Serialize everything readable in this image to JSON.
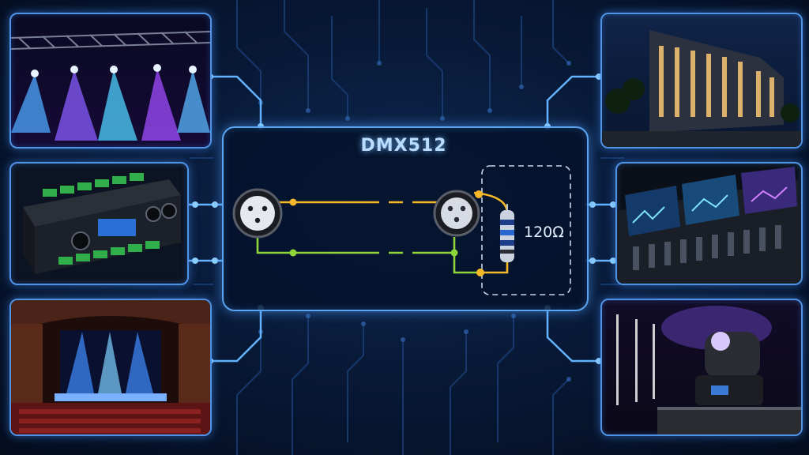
{
  "diagram": {
    "title": "DMX512",
    "terminator_label": "120Ω"
  },
  "colors": {
    "background": "#081a38",
    "panel_border": "#4f93e6",
    "trace": "#5aa4f2",
    "wire_yellow": "#f5b82a",
    "wire_green": "#8fd63a"
  },
  "panels": [
    {
      "name": "concert-stage-lights"
    },
    {
      "name": "dmx-decoder-device"
    },
    {
      "name": "theater-stage"
    },
    {
      "name": "building-facade-lighting"
    },
    {
      "name": "lighting-console"
    },
    {
      "name": "moving-head-fixture"
    }
  ]
}
